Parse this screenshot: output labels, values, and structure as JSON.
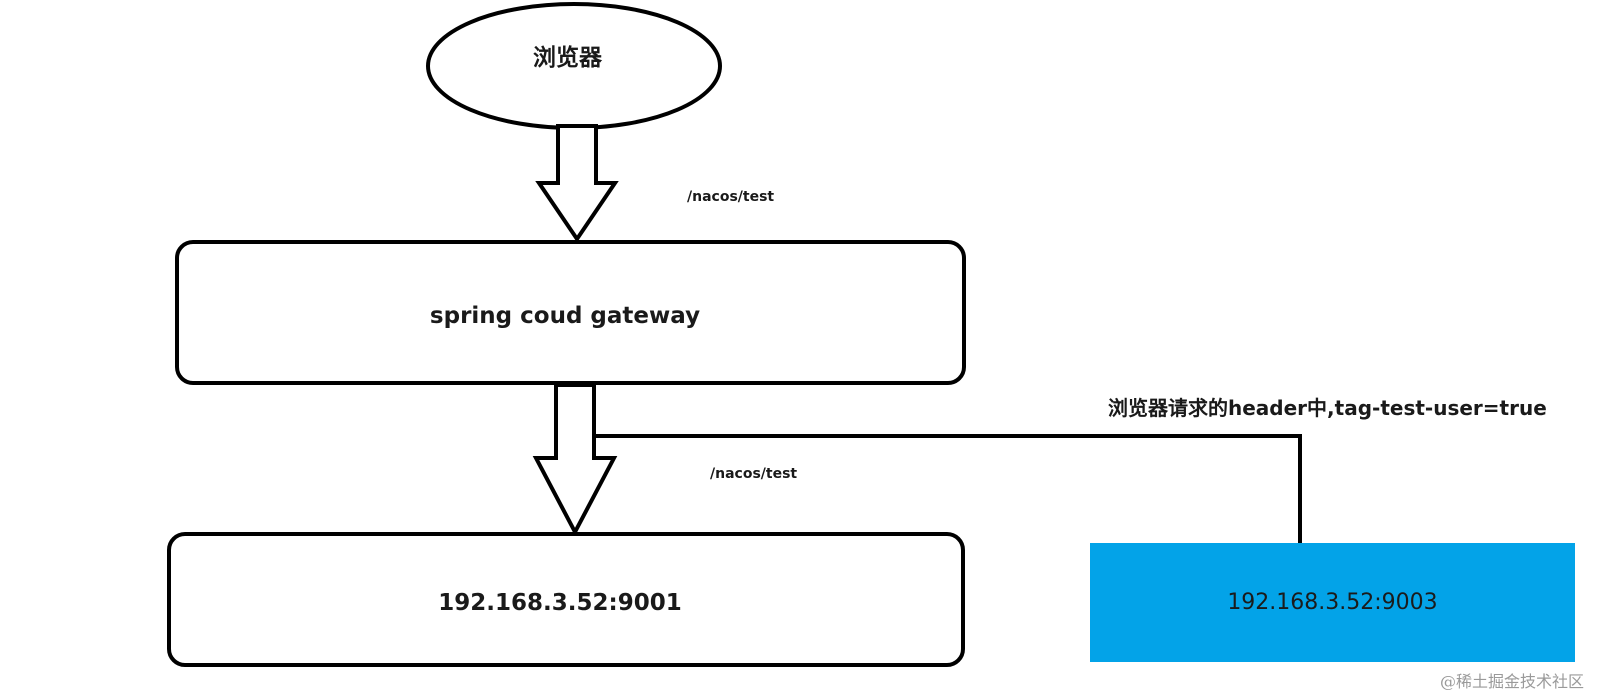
{
  "nodes": {
    "browser": "浏览器",
    "gateway": "spring coud gateway",
    "service_9001": "192.168.3.52:9001",
    "service_9003": "192.168.3.52:9003"
  },
  "edges": {
    "browser_to_gateway_path": "/nacos/test",
    "gateway_to_service_path": "/nacos/test",
    "header_condition": "浏览器请求的header中,tag-test-user=true"
  },
  "colors": {
    "stroke": "#000000",
    "service_9003_fill": "#03a3e8"
  },
  "watermark": "@稀土掘金技术社区"
}
